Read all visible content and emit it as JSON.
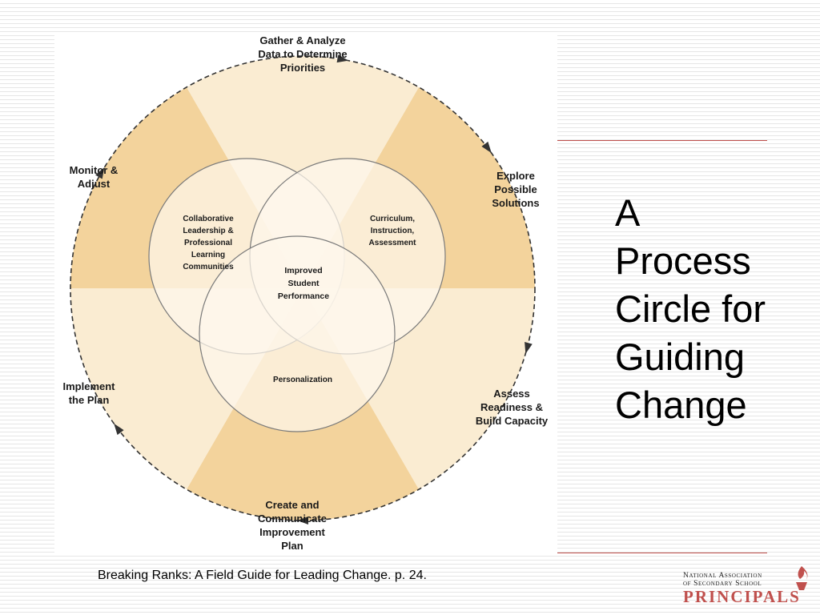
{
  "title": [
    "A",
    "Process",
    "Circle for",
    "Guiding",
    "Change"
  ],
  "citation": "Breaking Ranks: A Field Guide for Leading Change. p. 24.",
  "logo": {
    "line1": "National Association",
    "line2": "of Secondary School",
    "main": "PRINCIPALS",
    "icon": "torch-flame-icon"
  },
  "cycle_steps": [
    [
      "Gather & Analyze",
      "Data to Determine",
      "Priorities"
    ],
    [
      "Explore",
      "Possible",
      "Solutions"
    ],
    [
      "Assess",
      "Readiness &",
      "Build Capacity"
    ],
    [
      "Create and",
      "Communicate",
      "Improvement",
      "Plan"
    ],
    [
      "Implement",
      "the Plan"
    ],
    [
      "Monitor &",
      "Adjust"
    ]
  ],
  "venn": {
    "left": [
      "Collaborative",
      "Leadership &",
      "Professional",
      "Learning",
      "Communities"
    ],
    "right": [
      "Curriculum,",
      "Instruction,",
      "Assessment"
    ],
    "bottom": [
      "Personalization"
    ],
    "center": [
      "Improved",
      "Student",
      "Performance"
    ]
  },
  "colors": {
    "light_sector": "#faecd2",
    "dark_sector": "#f3d39c",
    "circle_fill": "#fdf7ec",
    "circle_stroke": "#7a7a7a",
    "accent_rule": "#c0504d",
    "logo_red": "#c0504d"
  }
}
